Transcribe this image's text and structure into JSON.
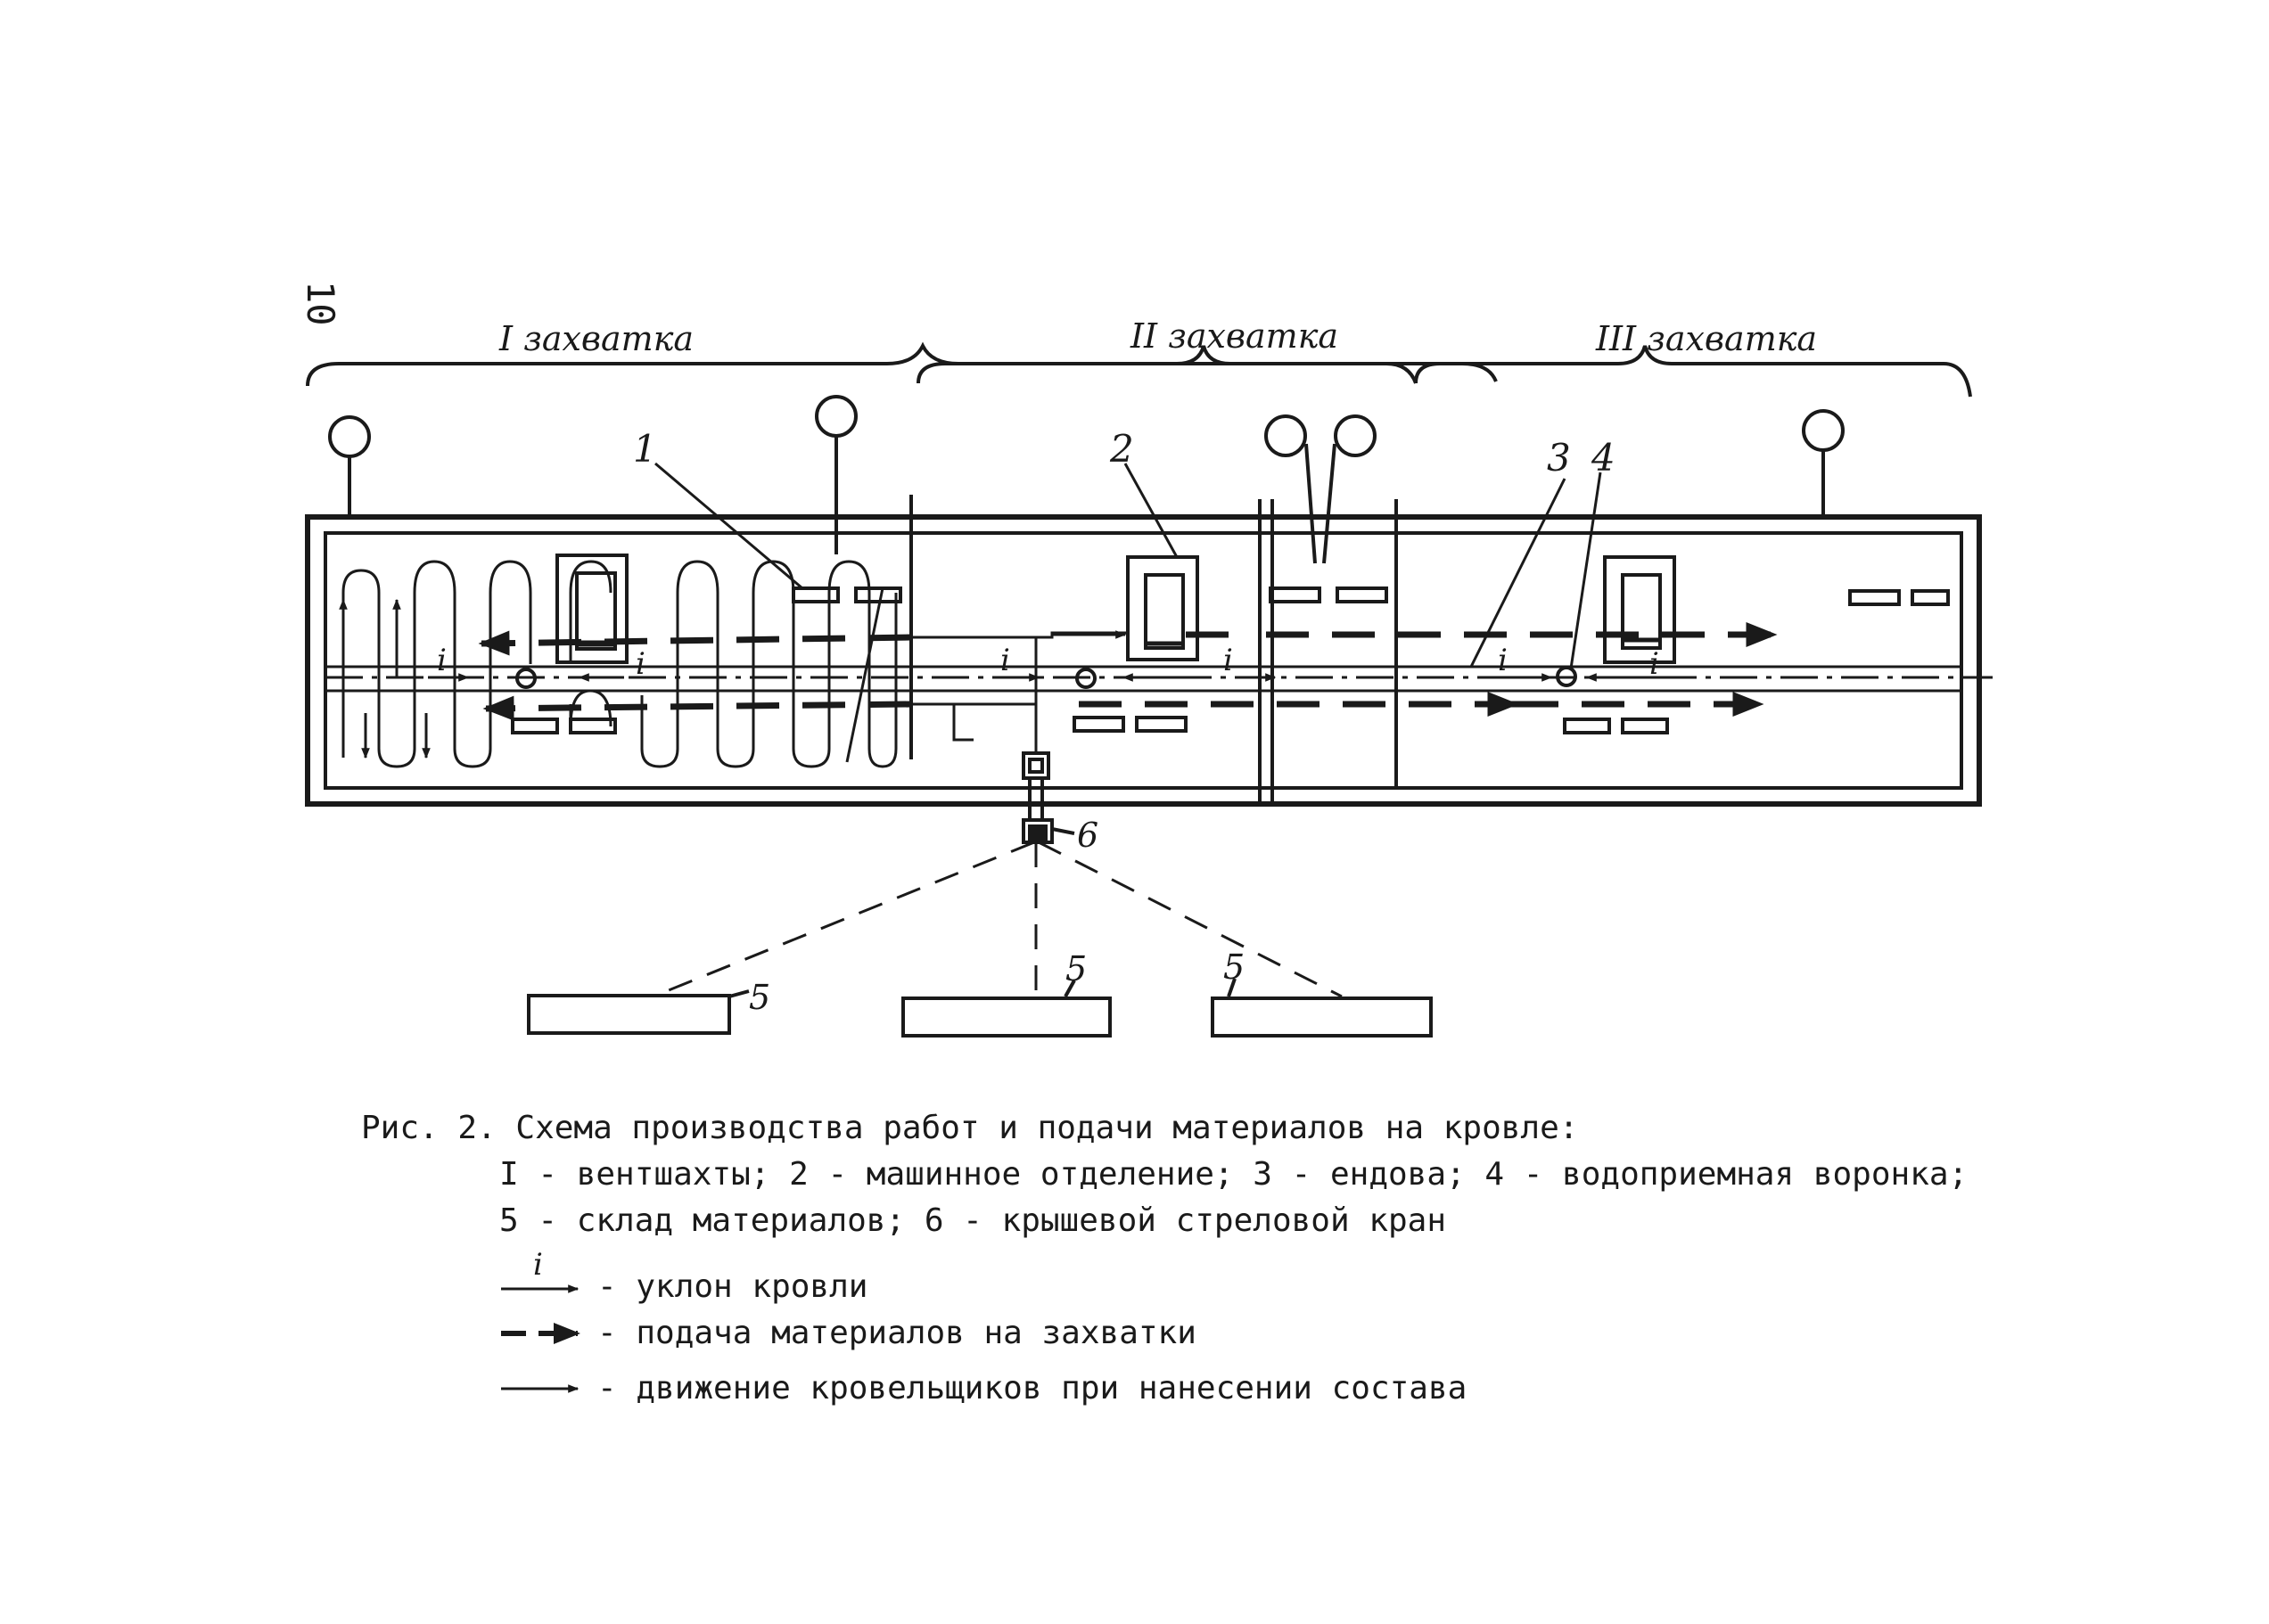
{
  "page_number": "10",
  "sections": [
    {
      "label": "I захватка"
    },
    {
      "label": "II захватка"
    },
    {
      "label": "III захватка"
    }
  ],
  "callouts": {
    "vent": "1",
    "machine_room": "2",
    "valley": "3",
    "funnel": "4",
    "storage_1": "5",
    "storage_2": "5",
    "storage_3": "5",
    "crane": "6"
  },
  "slope_symbol": "i",
  "caption": {
    "title": "Рис. 2. Схема производства работ и подачи материалов на кровле:",
    "line1": "I - вентшахты; 2 - машинное отделение; 3 - ендова; 4 - водоприемная воронка;",
    "line2": "5 - склад материалов; 6 - крышевой стреловой кран"
  },
  "legend": [
    {
      "symbol": "slope-arrow",
      "text": "- уклон кровли"
    },
    {
      "symbol": "dashed-arrow",
      "text": "- подача материалов на захватки"
    },
    {
      "symbol": "solid-arrow",
      "text": "- движение кровельщиков при нанесении состава"
    }
  ]
}
